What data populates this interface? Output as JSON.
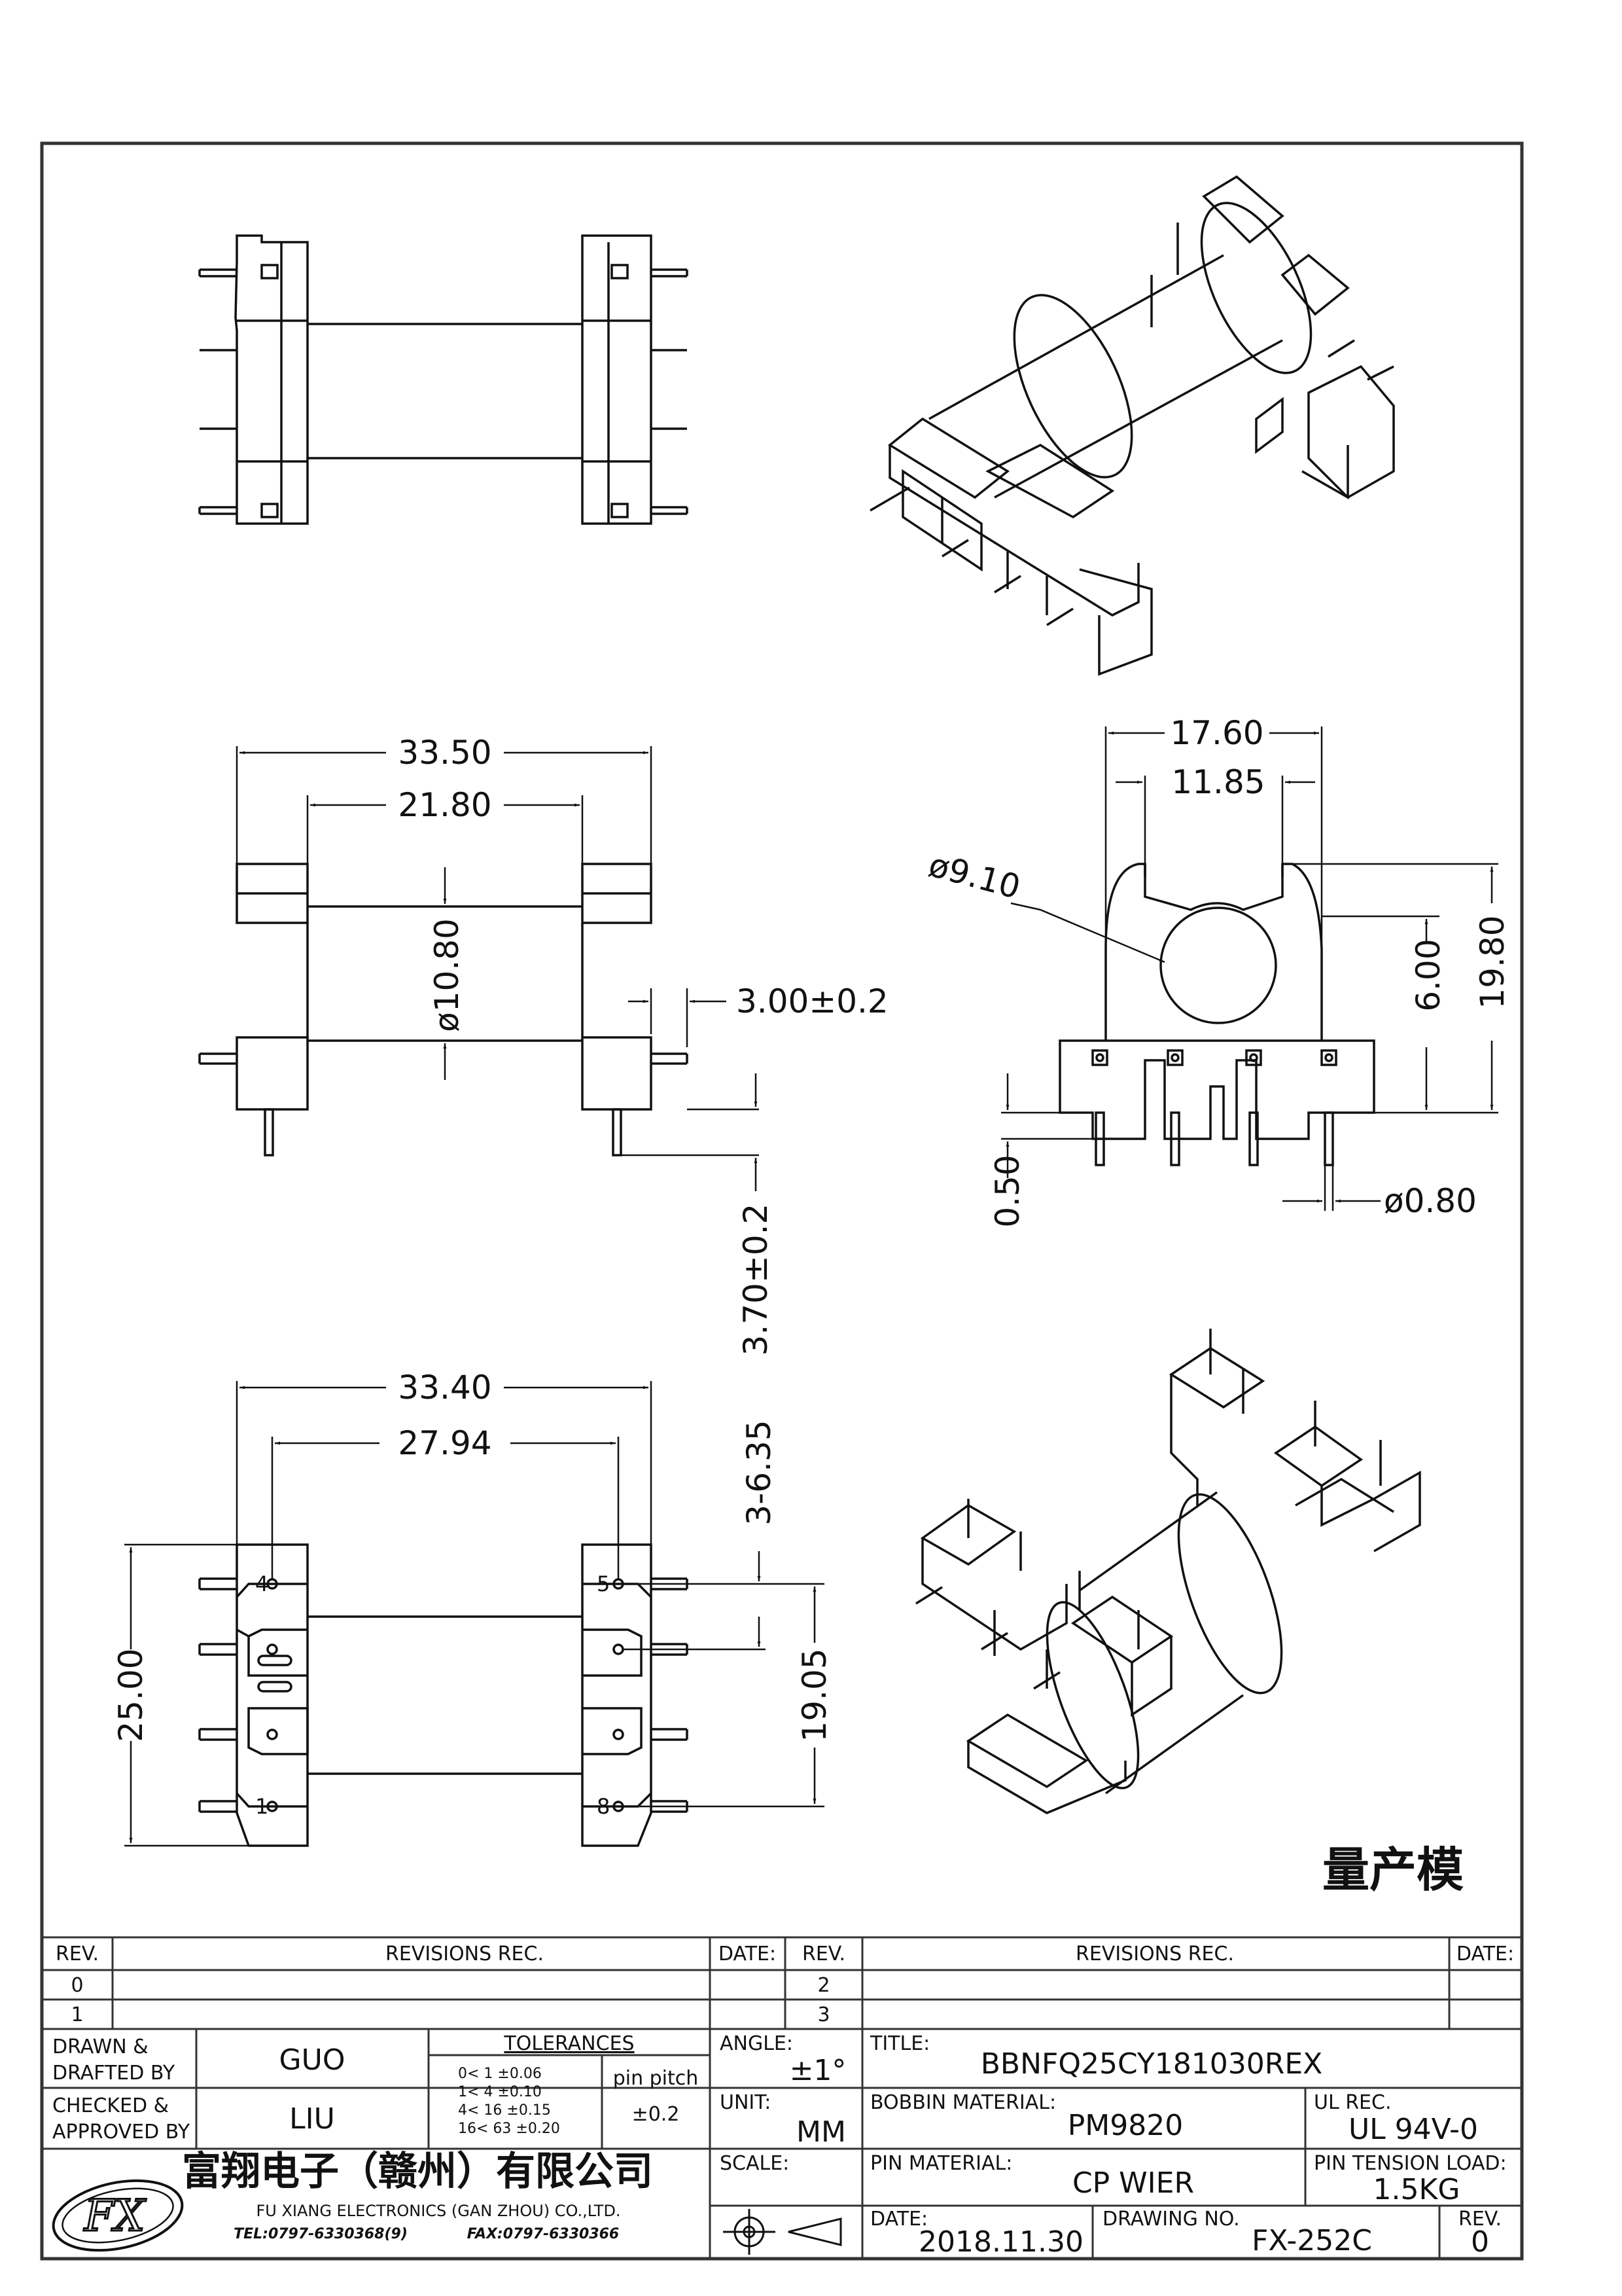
{
  "dimensions": {
    "side_overall": "33.50",
    "side_inner": "21.80",
    "core_diameter": "ø10.80",
    "flange_thickness": "3.00±0.2",
    "pin_length": "3.70±0.2",
    "front_width": "17.60",
    "front_inner": "11.85",
    "hole_diameter": "ø9.10",
    "front_height_small": "6.00",
    "front_height": "19.80",
    "base_offset": "0.50",
    "pin_diameter": "ø0.80",
    "bottom_overall": "33.40",
    "pin_span": "27.94",
    "pin_pitch": "3-6.35",
    "pin_row": "19.05",
    "bottom_height": "25.00"
  },
  "pin_numbers": [
    "4",
    "1",
    "5",
    "8"
  ],
  "stamp": "量产模",
  "revisions": {
    "rev_header": "REV.",
    "rec_header": "REVISIONS   REC.",
    "date_header": "DATE:",
    "rows_left": [
      "0",
      "1"
    ],
    "rows_right": [
      "2",
      "3"
    ]
  },
  "title_block": {
    "drawn_label_1": "DRAWN &",
    "drawn_label_2": "DRAFTED BY",
    "drawn_by": "GUO",
    "checked_label_1": "CHECKED &",
    "checked_label_2": "APPROVED BY",
    "checked_by": "LIU",
    "tolerances_label": "TOLERANCES",
    "tolerance_rows": [
      "0<   1    ±0.06",
      "1<   4    ±0.10",
      "4<   16  ±0.15",
      "16<   63  ±0.20"
    ],
    "pin_pitch_label": "pin pitch",
    "pin_pitch_tol": "±0.2",
    "angle_label": "ANGLE:",
    "angle_value": "±1°",
    "unit_label": "UNIT:",
    "unit_value": "MM",
    "scale_label": "SCALE:",
    "title_label": "TITLE:",
    "title_value": "BBNFQ25CY181030REX",
    "bobbin_label": "BOBBIN MATERIAL:",
    "bobbin_value": "PM9820",
    "ul_label": "UL REC.",
    "ul_value": "UL 94V-0",
    "pin_material_label": "PIN MATERIAL:",
    "pin_material_value": "CP WIER",
    "tension_label": "PIN TENSION LOAD:",
    "tension_value": "1.5KG",
    "date_label": "DATE:",
    "date_value": "2018.11.30",
    "drawing_label": "DRAWING NO.",
    "drawing_value": "FX-252C",
    "rev_label": "REV.",
    "rev_value": "0",
    "company_cn": "富翔电子（赣州）有限公司",
    "company_en": "FU XIANG ELECTRONICS (GAN ZHOU) CO.,LTD.",
    "tel": "TEL:0797-6330368(9)",
    "fax": "FAX:0797-6330366",
    "logo_text": "FX"
  }
}
